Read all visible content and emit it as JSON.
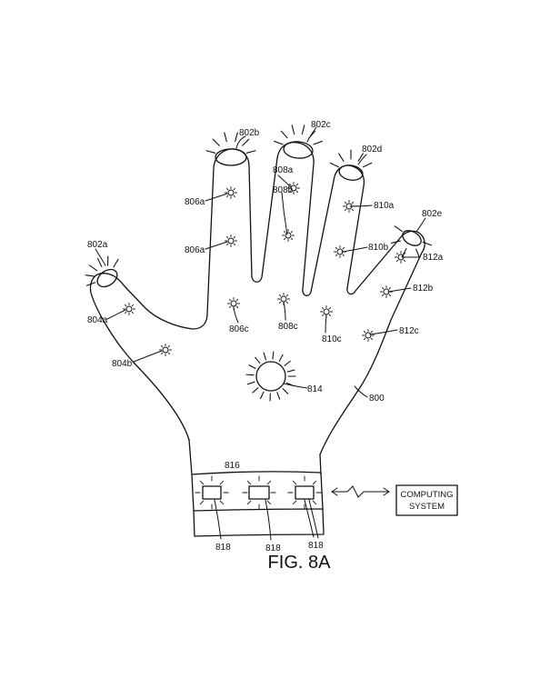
{
  "figure": {
    "caption": "FIG. 8A",
    "computing_box": {
      "line1": "COMPUTING",
      "line2": "SYSTEM"
    },
    "labels": {
      "l800": "800",
      "l802a": "802a",
      "l802b": "802b",
      "l802c": "802c",
      "l802d": "802d",
      "l802e": "802e",
      "l804a": "804a",
      "l804b": "804b",
      "l806a_1": "806a",
      "l806a_2": "806a",
      "l806c": "806c",
      "l808a": "808a",
      "l808b": "808b",
      "l808c": "808c",
      "l810a": "810a",
      "l810b": "810b",
      "l810c": "810c",
      "l812a": "812a",
      "l812b": "812b",
      "l812c": "812c",
      "l814": "814",
      "l816": "816",
      "l818_1": "818",
      "l818_2": "818",
      "l818_3": "818"
    }
  }
}
